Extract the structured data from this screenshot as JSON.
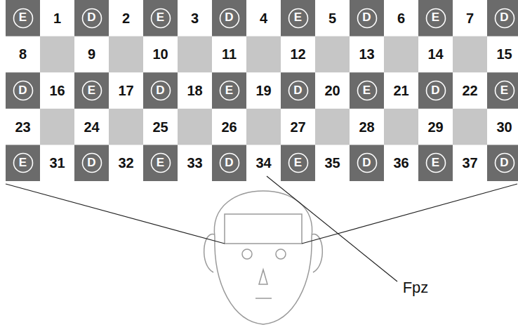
{
  "diagram": {
    "nodes": [
      {
        "text": [
          "E"
        ]
      },
      {
        "text": [
          "D"
        ]
      },
      {
        "text": [
          "E"
        ]
      },
      {
        "text": [
          "D"
        ]
      },
      {
        "text": [
          "E"
        ]
      },
      {
        "text": [
          "D"
        ]
      },
      {
        "text": [
          "E"
        ]
      },
      {
        "text": [
          "D"
        ]
      },
      {
        "text": [
          "D"
        ]
      },
      {
        "text": [
          "E"
        ]
      },
      {
        "text": [
          "D"
        ]
      },
      {
        "text": [
          "E"
        ]
      },
      {
        "text": [
          "D"
        ]
      },
      {
        "text": [
          "E"
        ]
      },
      {
        "text": [
          "D"
        ]
      },
      {
        "text": [
          "E"
        ]
      },
      {
        "text": [
          "E"
        ]
      },
      {
        "text": [
          "D"
        ]
      },
      {
        "text": [
          "E"
        ]
      },
      {
        "text": [
          "D"
        ]
      },
      {
        "text": [
          "E"
        ]
      },
      {
        "text": [
          "D"
        ]
      },
      {
        "text": [
          "E"
        ]
      },
      {
        "text": [
          "D"
        ]
      }
    ],
    "labels": [
      "1",
      "2",
      "3",
      "4",
      "5",
      "6",
      "7",
      "8",
      "9",
      "10",
      "11",
      "12",
      "13",
      "14",
      "15",
      "16",
      "17",
      "18",
      "19",
      "20",
      "21",
      "22",
      "23",
      "24",
      "25",
      "26",
      "27",
      "28",
      "29",
      "30",
      "31",
      "32",
      "33",
      "34",
      "35",
      "36",
      "37",
      "Fpz"
    ]
  }
}
